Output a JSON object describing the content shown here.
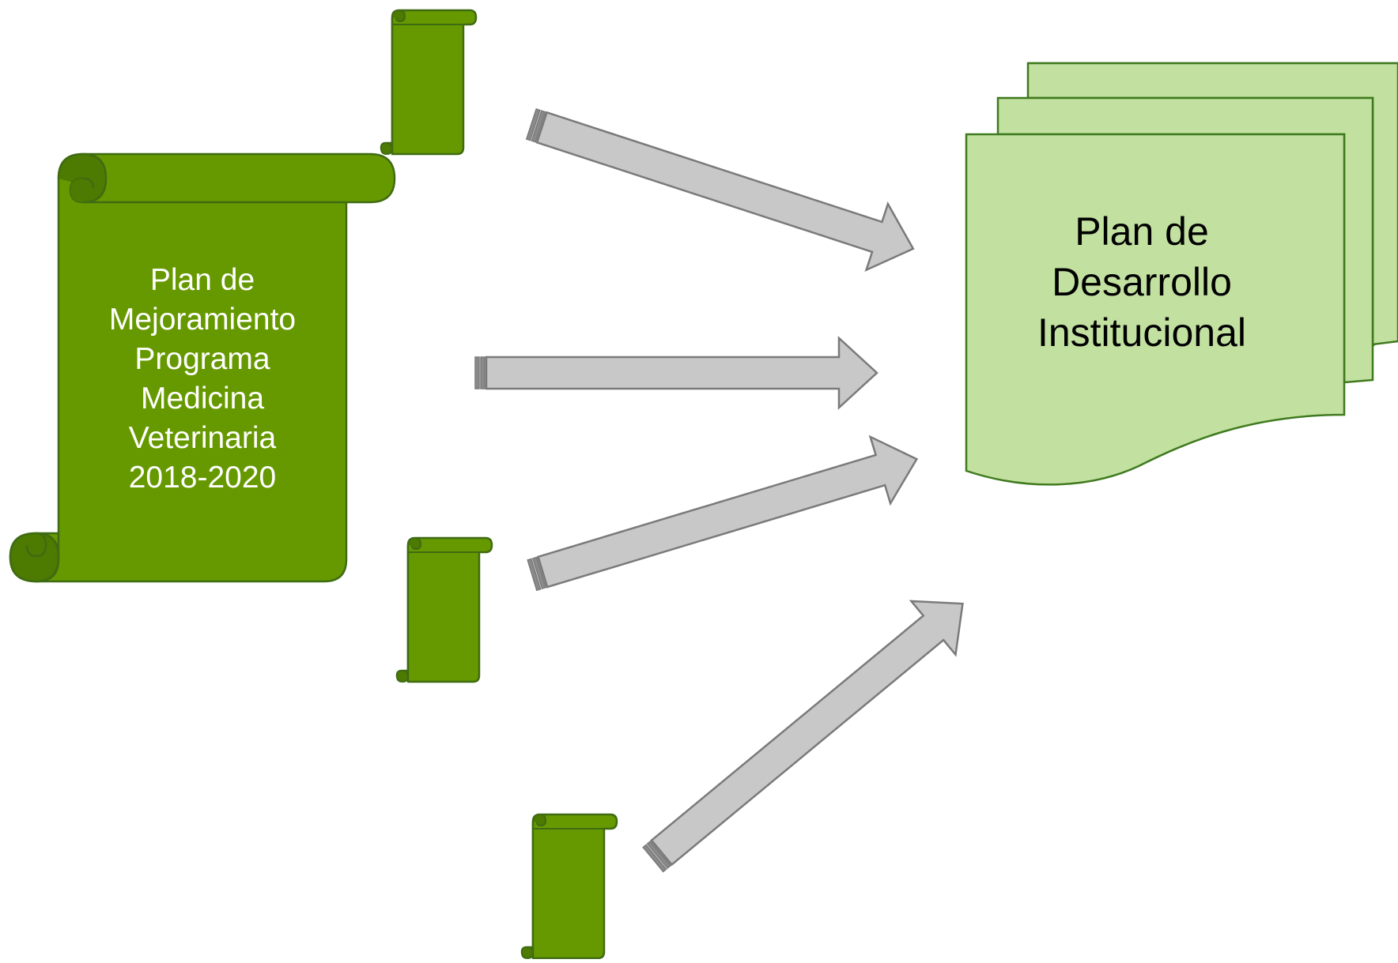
{
  "diagram": {
    "source_scroll": {
      "lines": [
        "Plan de",
        "Mejoramiento",
        "Programa",
        "Medicina",
        "Veterinaria",
        "2018-2020"
      ],
      "icon": "scroll-icon"
    },
    "target_document": {
      "lines": [
        "Plan de",
        "Desarrollo",
        "Institucional"
      ],
      "icon": "multi-document-icon"
    },
    "small_scrolls": [
      {
        "icon": "scroll-icon"
      },
      {
        "icon": "scroll-icon"
      },
      {
        "icon": "scroll-icon"
      }
    ],
    "arrows": [
      {
        "icon": "arrow-right-icon"
      },
      {
        "icon": "arrow-right-icon"
      },
      {
        "icon": "arrow-right-icon"
      },
      {
        "icon": "arrow-right-icon"
      }
    ],
    "colors": {
      "scroll_fill": "#669900",
      "scroll_dark": "#4d7a00",
      "scroll_stroke": "#3f6b12",
      "document_fill": "#c2e0a0",
      "document_stroke": "#3f7a1e",
      "arrow_fill": "#c8c8c8",
      "arrow_stroke": "#7a7a7a",
      "arrow_band": "#8a8a8a",
      "scroll_text": "#ffffff",
      "document_text": "#000000"
    }
  }
}
